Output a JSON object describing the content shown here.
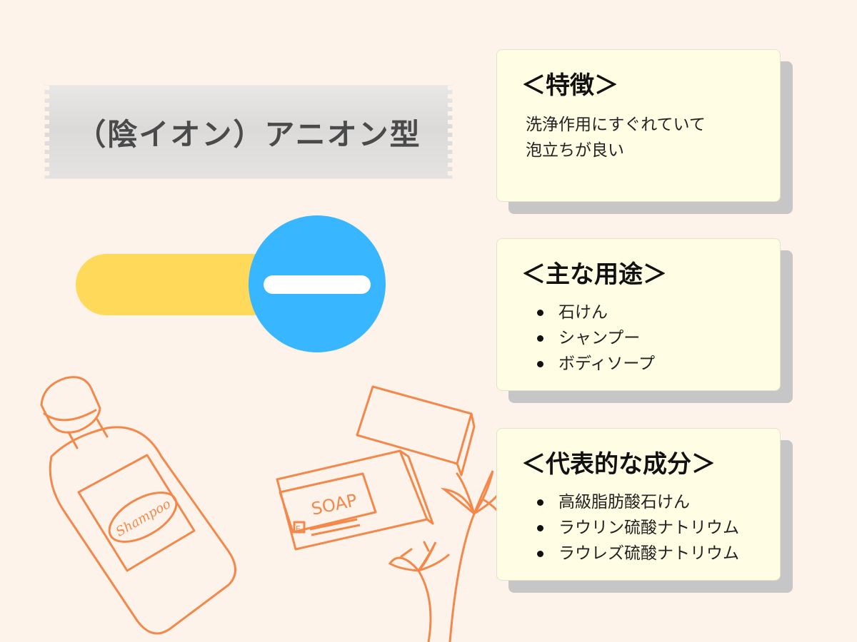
{
  "title": "（陰イオン）アニオン型",
  "icons": {
    "charge_symbol": "minus-icon",
    "illustrations": [
      "shampoo-bottle-icon",
      "soap-bars-icon",
      "flower-icon"
    ]
  },
  "colors": {
    "background": "#fdf3ea",
    "pill": "#ffd95a",
    "minus_circle": "#38b6ff",
    "card": "#fffde3",
    "sketch": "#f4884a"
  },
  "illustration_text": {
    "bottle_label": "Shampoo",
    "soap_label": "SOAP",
    "soap_small": "E"
  },
  "cards": {
    "features": {
      "heading": "＜特徴＞",
      "lines": [
        "洗浄作用にすぐれていて",
        "泡立ちが良い"
      ]
    },
    "uses": {
      "heading": "＜主な用途＞",
      "items": [
        "石けん",
        "シャンプー",
        "ボディソープ"
      ]
    },
    "ingredients": {
      "heading": "＜代表的な成分＞",
      "items": [
        "高級脂肪酸石けん",
        "ラウリン硫酸ナトリウム",
        "ラウレズ硫酸ナトリウム"
      ]
    }
  }
}
